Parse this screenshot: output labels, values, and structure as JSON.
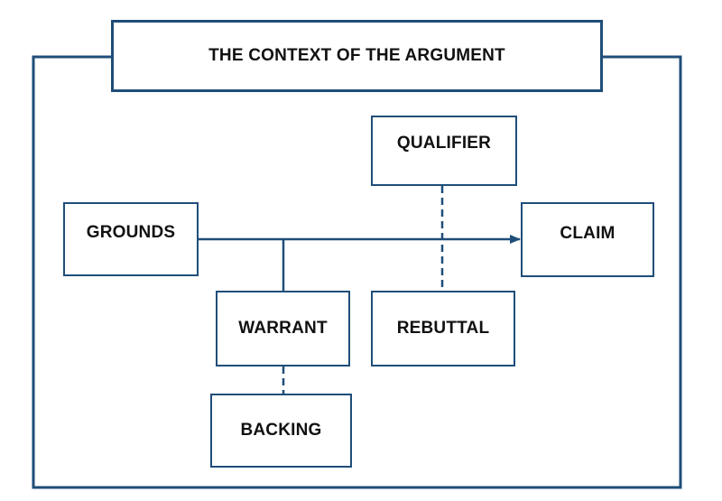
{
  "diagram": {
    "title": "THE CONTEXT OF THE ARGUMENT",
    "nodes": {
      "grounds": "GROUNDS",
      "qualifier": "QUALIFIER",
      "claim": "CLAIM",
      "warrant": "WARRANT",
      "rebuttal": "REBUTTAL",
      "backing": "BACKING"
    },
    "edges": [
      {
        "from": "grounds",
        "to": "claim",
        "style": "solid-arrow"
      },
      {
        "from": "warrant",
        "to": "grounds-claim-line",
        "style": "solid"
      },
      {
        "from": "qualifier",
        "to": "rebuttal",
        "style": "dashed"
      },
      {
        "from": "warrant",
        "to": "backing",
        "style": "dashed"
      }
    ],
    "colors": {
      "border": "#1f4e79",
      "text": "#111111",
      "background": "#ffffff"
    }
  }
}
